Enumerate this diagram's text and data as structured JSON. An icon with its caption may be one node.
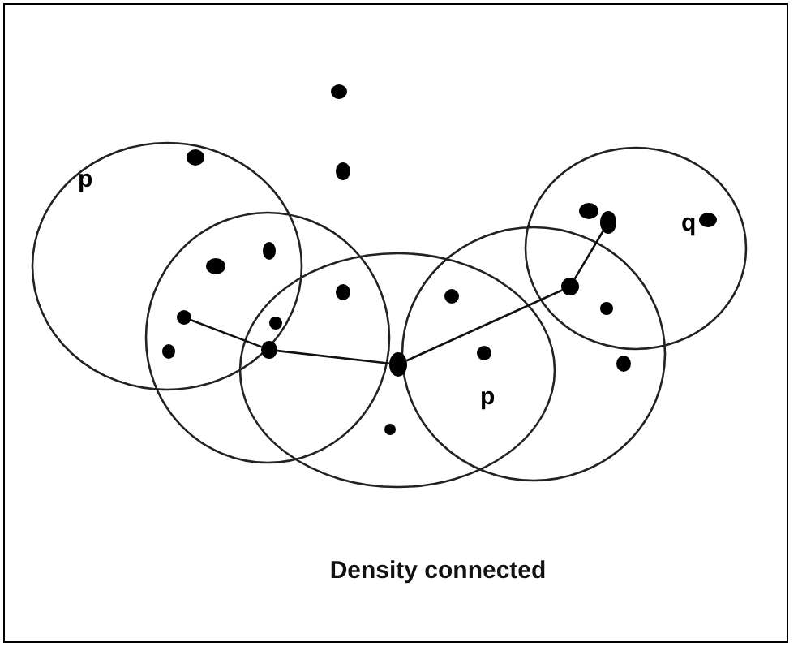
{
  "diagram": {
    "caption": "Density connected",
    "nodes": [
      {
        "text": [],
        "shape": "circle"
      },
      {
        "text": [],
        "shape": "circle"
      },
      {
        "text": [],
        "shape": "circle"
      },
      {
        "text": [],
        "shape": "circle"
      },
      {
        "text": [],
        "shape": "circle"
      },
      {
        "text": [],
        "shape": "circle"
      },
      {
        "text": [],
        "shape": "circle"
      },
      {
        "text": [],
        "shape": "circle"
      },
      {
        "text": [],
        "shape": "circle"
      },
      {
        "text": [],
        "shape": "circle"
      },
      {
        "text": [],
        "shape": "circle"
      },
      {
        "text": [],
        "shape": "circle"
      },
      {
        "text": [],
        "shape": "circle"
      },
      {
        "text": [],
        "shape": "circle"
      },
      {
        "text": [],
        "shape": "circle"
      },
      {
        "text": [],
        "shape": "circle"
      },
      {
        "text": [],
        "shape": "circle"
      },
      {
        "text": [],
        "shape": "circle"
      },
      {
        "text": [],
        "shape": "circle"
      },
      {
        "text": [],
        "shape": "circle"
      }
    ],
    "edges": [
      {
        "from": 1,
        "to": 4,
        "arrow": "none"
      },
      {
        "from": 4,
        "to": 11,
        "arrow": "none"
      },
      {
        "from": 11,
        "to": 14,
        "arrow": "none"
      },
      {
        "from": 14,
        "to": 17,
        "arrow": "none"
      }
    ],
    "labels": [
      "p",
      "q",
      "p"
    ]
  }
}
